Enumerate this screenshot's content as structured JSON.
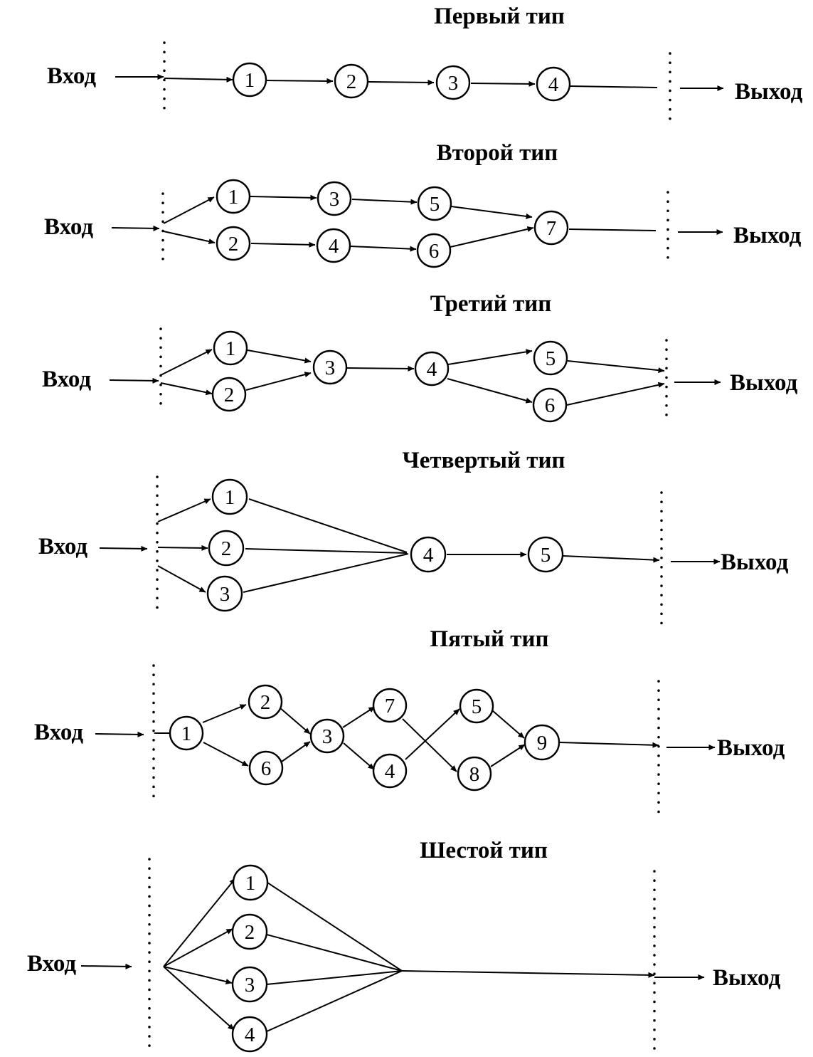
{
  "diagram": {
    "input_label": "Вход",
    "output_label": "Выход",
    "colors": {
      "ink": "#000000",
      "paper": "#ffffff"
    },
    "types": [
      {
        "id": "type1",
        "title": "Первый тип",
        "nodes": [
          "1",
          "2",
          "3",
          "4"
        ],
        "edges": [
          [
            "in",
            "1"
          ],
          [
            "1",
            "2"
          ],
          [
            "2",
            "3"
          ],
          [
            "3",
            "4"
          ],
          [
            "4",
            "out"
          ]
        ]
      },
      {
        "id": "type2",
        "title": "Второй тип",
        "nodes": [
          "1",
          "2",
          "3",
          "4",
          "5",
          "6",
          "7"
        ],
        "edges": [
          [
            "in",
            "1"
          ],
          [
            "in",
            "2"
          ],
          [
            "1",
            "3"
          ],
          [
            "2",
            "4"
          ],
          [
            "3",
            "5"
          ],
          [
            "4",
            "6"
          ],
          [
            "5",
            "7"
          ],
          [
            "6",
            "7"
          ],
          [
            "7",
            "out"
          ]
        ]
      },
      {
        "id": "type3",
        "title": "Третий тип",
        "nodes": [
          "1",
          "2",
          "3",
          "4",
          "5",
          "6"
        ],
        "edges": [
          [
            "in",
            "1"
          ],
          [
            "in",
            "2"
          ],
          [
            "1",
            "3"
          ],
          [
            "2",
            "3"
          ],
          [
            "3",
            "4"
          ],
          [
            "4",
            "5"
          ],
          [
            "4",
            "6"
          ],
          [
            "5",
            "out"
          ],
          [
            "6",
            "out"
          ]
        ]
      },
      {
        "id": "type4",
        "title": "Четвертый тип",
        "nodes": [
          "1",
          "2",
          "3",
          "4",
          "5"
        ],
        "edges": [
          [
            "in",
            "1"
          ],
          [
            "in",
            "2"
          ],
          [
            "in",
            "3"
          ],
          [
            "1",
            "4"
          ],
          [
            "2",
            "4"
          ],
          [
            "3",
            "4"
          ],
          [
            "4",
            "5"
          ],
          [
            "5",
            "out"
          ]
        ]
      },
      {
        "id": "type5",
        "title": "Пятый тип",
        "nodes": [
          "1",
          "2",
          "6",
          "3",
          "7",
          "4",
          "5",
          "8",
          "9"
        ],
        "edges": [
          [
            "in",
            "1"
          ],
          [
            "1",
            "2"
          ],
          [
            "1",
            "6"
          ],
          [
            "2",
            "3"
          ],
          [
            "6",
            "3"
          ],
          [
            "3",
            "7"
          ],
          [
            "3",
            "4"
          ],
          [
            "7",
            "8"
          ],
          [
            "4",
            "5"
          ],
          [
            "5",
            "9"
          ],
          [
            "8",
            "9"
          ],
          [
            "9",
            "out"
          ]
        ]
      },
      {
        "id": "type6",
        "title": "Шестой тип",
        "nodes": [
          "1",
          "2",
          "3",
          "4"
        ],
        "edges": [
          [
            "in",
            "1"
          ],
          [
            "in",
            "2"
          ],
          [
            "in",
            "3"
          ],
          [
            "in",
            "4"
          ],
          [
            "1",
            "out"
          ],
          [
            "2",
            "out"
          ],
          [
            "3",
            "out"
          ],
          [
            "4",
            "out"
          ]
        ]
      }
    ]
  }
}
